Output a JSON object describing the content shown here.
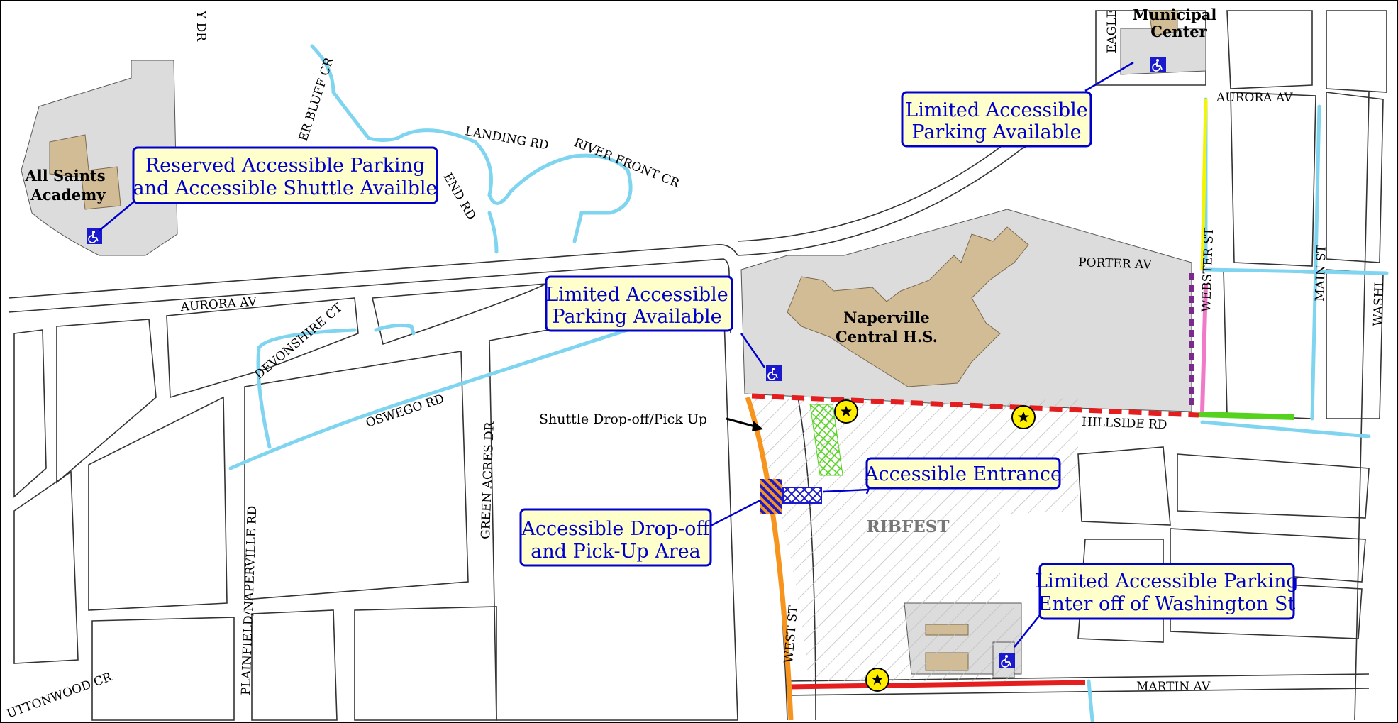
{
  "places": {
    "all_saints": [
      "All Saints",
      "Academy"
    ],
    "municipal": [
      "Municipal",
      "Center"
    ],
    "naperville": [
      "Naperville",
      "Central H.S."
    ],
    "ribfest": "RIBFEST"
  },
  "streets": {
    "aurora_av_west": "AURORA AV",
    "aurora_av_east": "AURORA AV",
    "porter_av": "PORTER AV",
    "hillside_rd": "HILLSIDE RD",
    "martin_av": "MARTIN AV",
    "oswego_rd": "OSWEGO RD",
    "devonshire_ct": "DEVONSHIRE CT",
    "green_acres_dr": "GREEN ACRES DR",
    "plainfield_rd": "PLAINFIELD/NAPERVILLE RD",
    "west_st": "WEST ST",
    "webster_st": "WEBSTER ST",
    "main_st": "MAIN ST",
    "washington_st": "WASHI",
    "landing_rd": "LANDING RD",
    "river_front_cr": "RIVER FRONT CR",
    "river_bluff_cr": "ER BLUFF CR",
    "end_rd": "END RD",
    "eagle_st": "EAGLE",
    "top_dr": "Y DR",
    "cottonwood_cr": "UTTONWOOD CR"
  },
  "callouts": {
    "reserved_parking": [
      "Reserved Accessible Parking",
      "and Accessible Shuttle Availble"
    ],
    "limited_parking_top": [
      "Limited Accessible",
      "Parking Available"
    ],
    "limited_parking_school": [
      "Limited Accessible",
      "Parking Available"
    ],
    "accessible_entrance": "Accessible Entrance",
    "dropoff_area": [
      "Accessible Drop-off",
      "and Pick-Up Area"
    ],
    "limited_parking_washington": [
      "Limited Accessible Parking",
      "Enter off of Washington St"
    ]
  },
  "shuttle_label": "Shuttle Drop-off/Pick Up",
  "colors": {
    "road_outline": "#333333",
    "creek": "#7fd4f0",
    "building": "#d2bc96",
    "parking_lot": "#dcdcdc",
    "callout_text": "#0000cc",
    "callout_bg": "#ffffcc",
    "route_red": "#e41e1e",
    "route_orange": "#f7941d",
    "route_yellow": "#f5f500",
    "route_purple": "#7a2a8c",
    "route_pink": "#f07ac8",
    "route_green": "#54d21e",
    "access_symbol": "#1a1acc",
    "star_marker": "#ffee00"
  },
  "icons": [
    "accessible-parking-icon",
    "star-marker-icon"
  ]
}
